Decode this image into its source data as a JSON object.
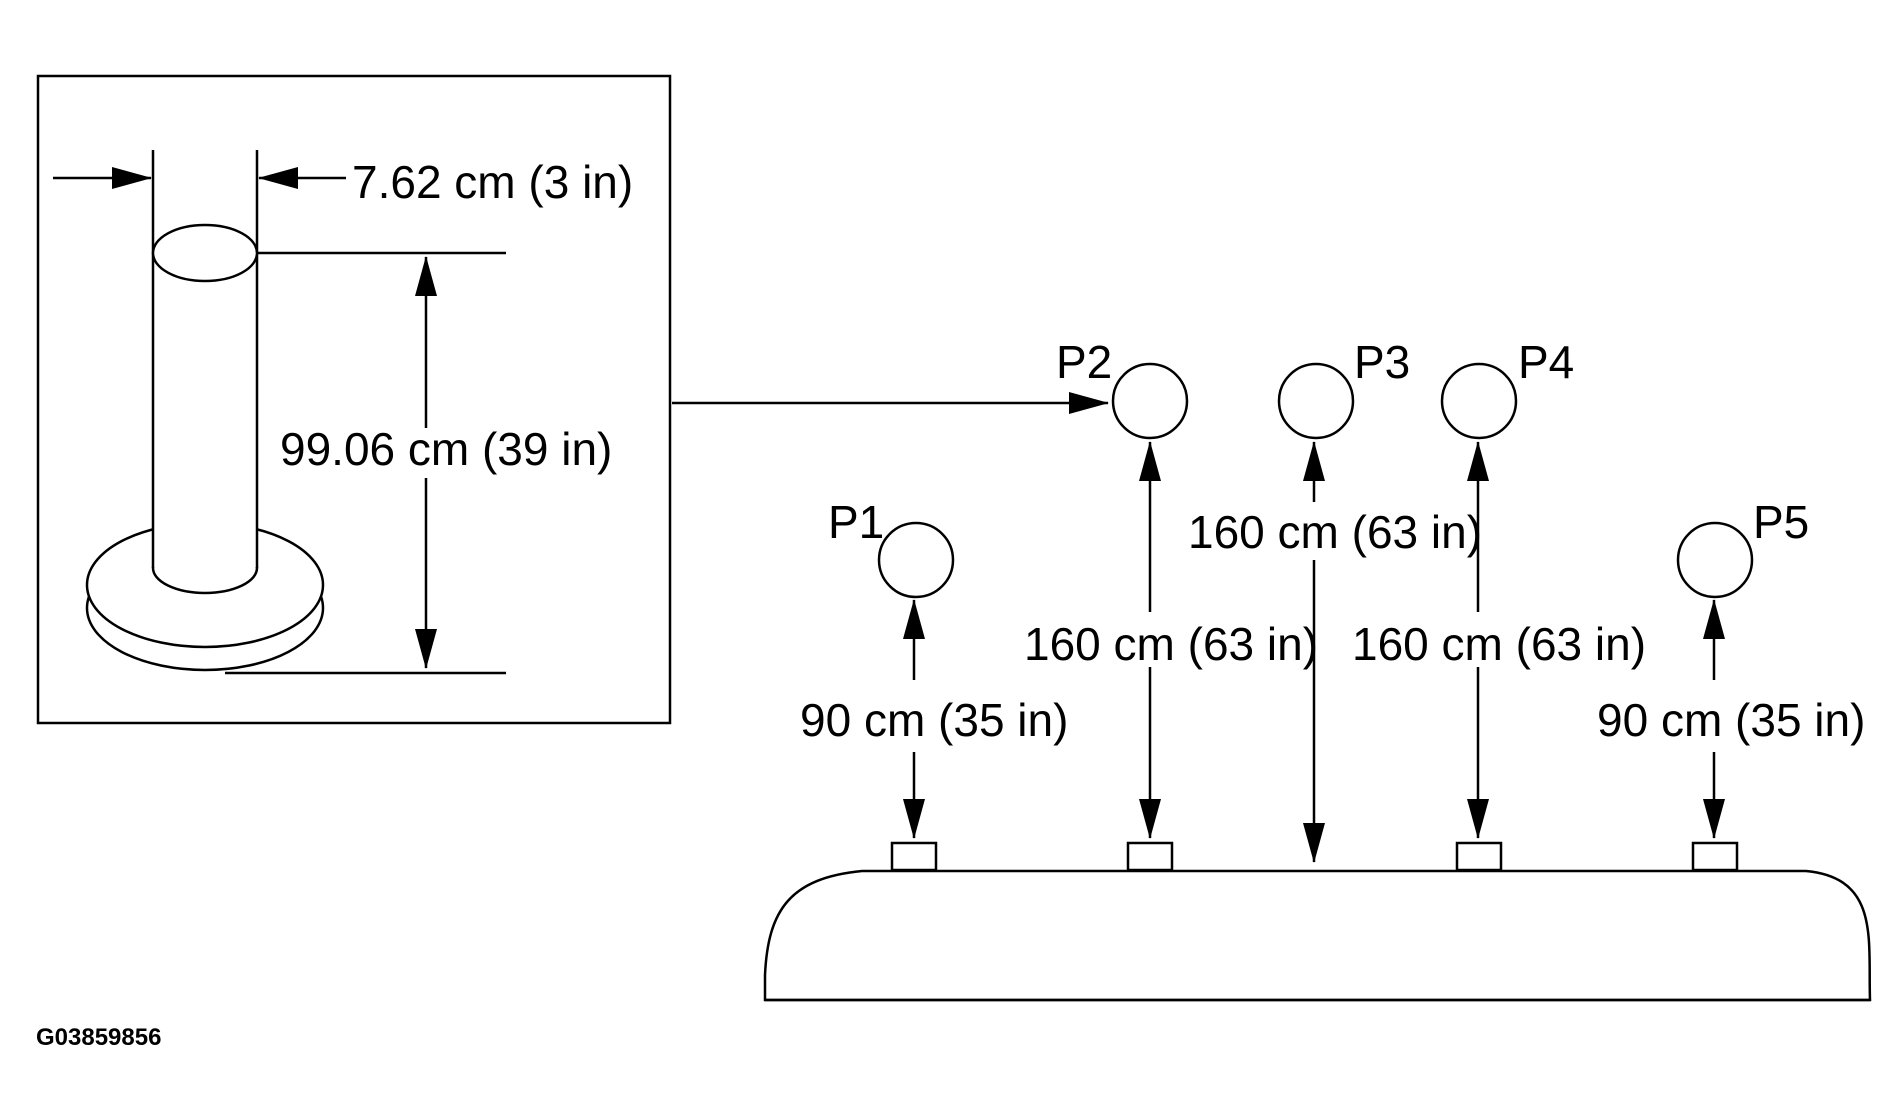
{
  "figure_code": "G03859856",
  "pole": {
    "diameter_label": "7.62 cm (3 in)",
    "height_label": "99.06 cm (39 in)"
  },
  "positions": [
    {
      "id": "P1",
      "height_label": "90 cm (35 in)"
    },
    {
      "id": "P2",
      "height_label": "160 cm (63 in)"
    },
    {
      "id": "P3",
      "height_label": "160 cm (63 in)"
    },
    {
      "id": "P4",
      "height_label": "160 cm (63 in)"
    },
    {
      "id": "P5",
      "height_label": "90 cm (35 in)"
    }
  ]
}
